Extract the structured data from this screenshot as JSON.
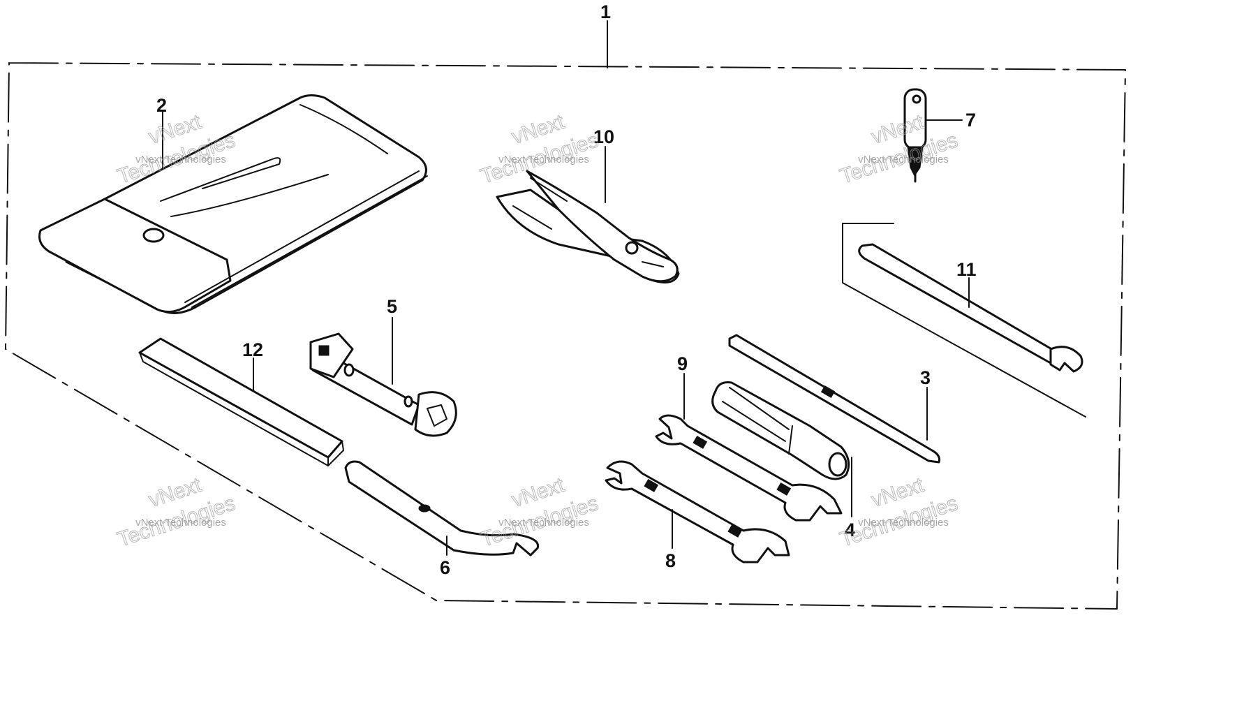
{
  "callouts": {
    "c1": "1",
    "c2": "2",
    "c3": "3",
    "c4": "4",
    "c5": "5",
    "c6": "6",
    "c7": "7",
    "c8": "8",
    "c9": "9",
    "c10": "10",
    "c11": "11",
    "c12": "12"
  },
  "watermark": {
    "brand_top": "vNext",
    "brand_line": "vNext Technologies",
    "brand_bottom": "Technologies"
  },
  "colors": {
    "ink": "#111111",
    "paper": "#ffffff",
    "watermark": "#8a8a8a"
  }
}
